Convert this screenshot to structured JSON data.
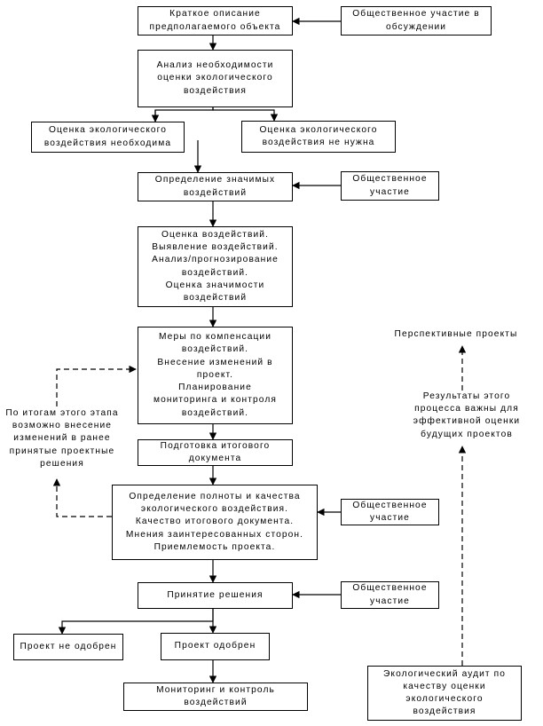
{
  "nodes": {
    "brief": [
      "Краткое описание",
      "предполагаемого объекта"
    ],
    "public1": [
      "Общественное участие в",
      "обсуждении"
    ],
    "analysis": [
      "Анализ необходимости",
      "оценки экологического",
      "воздействия"
    ],
    "eval_needed": [
      "Оценка экологического",
      "воздействия необходима"
    ],
    "eval_not_needed": [
      "Оценка экологического",
      "воздействия не нужна"
    ],
    "significant": [
      "Определение значимых",
      "воздействий"
    ],
    "public2": [
      "Общественное",
      "участие"
    ],
    "impact_eval": [
      "Оценка воздействий.",
      "Выявление воздействий.",
      "Анализ/прогнозирование",
      "воздействий.",
      "Оценка значимости",
      "воздействий"
    ],
    "measures": [
      "Меры по компенсации",
      "воздействий.",
      "Внесение изменений в",
      "проект.",
      "Планирование",
      "мониторинга и контроля",
      "воздействий."
    ],
    "final_doc": [
      "Подготовка итогового",
      "документа"
    ],
    "completeness": [
      "Определение полноты и качества",
      "экологического воздействия.",
      "Качество итогового документа.",
      "Мнения заинтересованных сторон.",
      "Приемлемость проекта."
    ],
    "public3": [
      "Общественное",
      "участие"
    ],
    "decision": [
      "Принятие решения"
    ],
    "public4": [
      "Общественное",
      "участие"
    ],
    "not_approved": [
      "Проект не одобрен"
    ],
    "approved": [
      "Проект одобрен"
    ],
    "monitoring": [
      "Мониторинг и контроль",
      "воздействий"
    ],
    "audit": [
      "Экологический аудит по",
      "качеству оценки",
      "экологического",
      "воздействия"
    ]
  },
  "notes": {
    "feedback": [
      "По итогам этого этапа",
      "возможно внесение",
      "изменений в ранее",
      "принятые проектные",
      "решения"
    ],
    "results": [
      "Результаты этого",
      "процесса важны для",
      "эффективной оценки",
      "будущих проектов"
    ],
    "prospective": [
      "Перспективные проекты"
    ]
  }
}
